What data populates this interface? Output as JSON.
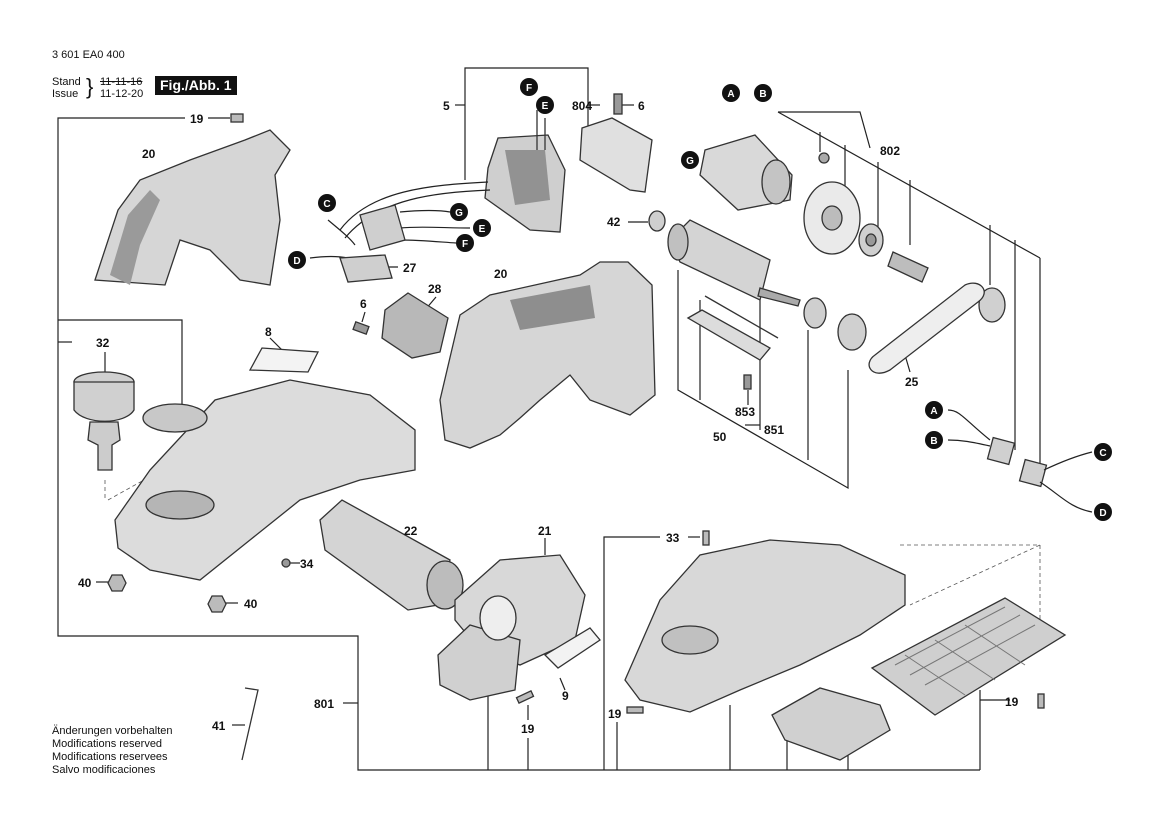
{
  "header": {
    "doc_number": "3 601 EA0 400",
    "stand_label": "Stand",
    "issue_label": "Issue",
    "stand_date": "11-11-16",
    "issue_date": "11-12-20",
    "fig_label": "Fig./Abb. 1"
  },
  "notes": [
    "Änderungen vorbehalten",
    "Modifications reserved",
    "Modifications reservees",
    "Salvo modificaciones"
  ],
  "part_numbers": {
    "p19a": "19",
    "p20a": "20",
    "p5": "5",
    "p804": "804",
    "p6a": "6",
    "p802": "802",
    "p42": "42",
    "p27": "27",
    "p20b": "20",
    "p28": "28",
    "p6b": "6",
    "p8": "8",
    "p32": "32",
    "p853": "853",
    "p50": "50",
    "p851": "851",
    "p25": "25",
    "p22": "22",
    "p21": "21",
    "p33": "33",
    "p34": "34",
    "p40a": "40",
    "p40b": "40",
    "p9": "9",
    "p19b": "19",
    "p19c": "19",
    "p19d": "19",
    "p801": "801",
    "p41": "41"
  },
  "connectors": {
    "F": "F",
    "E": "E",
    "G": "G",
    "C": "C",
    "D": "D",
    "A": "A",
    "B": "B"
  }
}
